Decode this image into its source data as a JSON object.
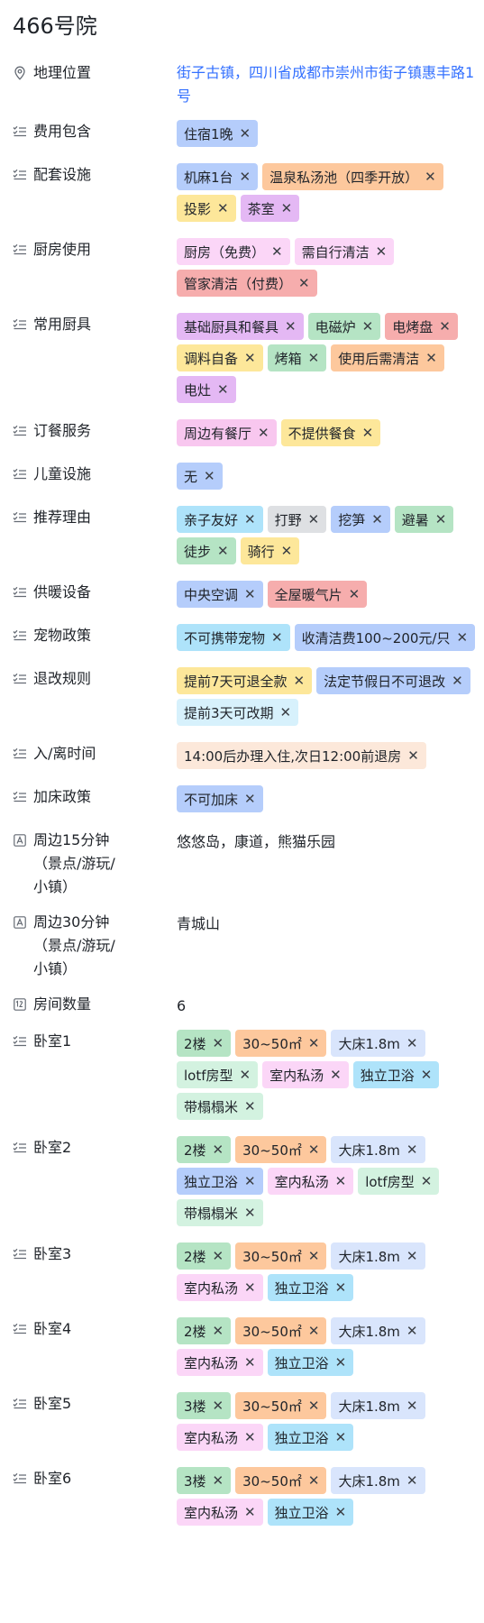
{
  "title": "466号院",
  "rows": [
    {
      "label": "地理位置",
      "icon": "location-pin-icon",
      "kind": "link",
      "text": "街子古镇，四川省成都市崇州市街子镇惠丰路1号"
    },
    {
      "label": "费用包含",
      "icon": "checklist-icon",
      "kind": "tags",
      "tags": [
        {
          "t": "住宿1晚",
          "c": "blue"
        }
      ]
    },
    {
      "label": "配套设施",
      "icon": "checklist-icon",
      "kind": "tags",
      "tags": [
        {
          "t": "机麻1台",
          "c": "blue"
        },
        {
          "t": "温泉私汤池（四季开放）",
          "c": "orange"
        },
        {
          "t": "投影",
          "c": "yellow"
        },
        {
          "t": "茶室",
          "c": "purple"
        }
      ]
    },
    {
      "label": "厨房使用",
      "icon": "checklist-icon",
      "kind": "tags",
      "tags": [
        {
          "t": "厨房（免费）",
          "c": "lpink"
        },
        {
          "t": "需自行清洁",
          "c": "lpink"
        },
        {
          "t": "管家清洁（付费）",
          "c": "red"
        }
      ]
    },
    {
      "label": "常用厨具",
      "icon": "checklist-icon",
      "kind": "tags",
      "tags": [
        {
          "t": "基础厨具和餐具",
          "c": "purple"
        },
        {
          "t": "电磁炉",
          "c": "green"
        },
        {
          "t": "电烤盘",
          "c": "red"
        },
        {
          "t": "调料自备",
          "c": "yellow"
        },
        {
          "t": "烤箱",
          "c": "green"
        },
        {
          "t": "使用后需清洁",
          "c": "orange"
        },
        {
          "t": "电灶",
          "c": "purple"
        }
      ]
    },
    {
      "label": "订餐服务",
      "icon": "checklist-icon",
      "kind": "tags",
      "tags": [
        {
          "t": "周边有餐厅",
          "c": "pink"
        },
        {
          "t": "不提供餐食",
          "c": "yellow"
        }
      ]
    },
    {
      "label": "儿童设施",
      "icon": "checklist-icon",
      "kind": "tags",
      "tags": [
        {
          "t": "无",
          "c": "blue"
        }
      ]
    },
    {
      "label": "推荐理由",
      "icon": "checklist-icon",
      "kind": "tags",
      "tags": [
        {
          "t": "亲子友好",
          "c": "cyan"
        },
        {
          "t": "打野",
          "c": "gray"
        },
        {
          "t": "挖笋",
          "c": "blue"
        },
        {
          "t": "避暑",
          "c": "green"
        },
        {
          "t": "徒步",
          "c": "green"
        },
        {
          "t": "骑行",
          "c": "yellow"
        }
      ]
    },
    {
      "label": "供暖设备",
      "icon": "checklist-icon",
      "kind": "tags",
      "tags": [
        {
          "t": "中央空调",
          "c": "blue"
        },
        {
          "t": "全屋暖气片",
          "c": "red"
        }
      ]
    },
    {
      "label": "宠物政策",
      "icon": "checklist-icon",
      "kind": "tags",
      "tags": [
        {
          "t": "不可携带宠物",
          "c": "cyan"
        },
        {
          "t": "收清洁费100~200元/只",
          "c": "blue"
        }
      ]
    },
    {
      "label": "退改规则",
      "icon": "checklist-icon",
      "kind": "tags",
      "tags": [
        {
          "t": "提前7天可退全款",
          "c": "yellow"
        },
        {
          "t": "法定节假日不可退改",
          "c": "blue"
        },
        {
          "t": "提前3天可改期",
          "c": "lcyan"
        }
      ]
    },
    {
      "label": "入/离时间",
      "icon": "checklist-icon",
      "kind": "tags",
      "tags": [
        {
          "t": "14:00后办理入住,次日12:00前退房",
          "c": "beige"
        }
      ]
    },
    {
      "label": "加床政策",
      "icon": "checklist-icon",
      "kind": "tags",
      "tags": [
        {
          "t": "不可加床",
          "c": "blue"
        }
      ]
    },
    {
      "label": "周边15分钟\n（景点/游玩/\n小镇）",
      "icon": "text-field-icon",
      "kind": "text",
      "text": "悠悠岛，康道，熊猫乐园"
    },
    {
      "label": "周边30分钟\n（景点/游玩/\n小镇）",
      "icon": "text-field-icon",
      "kind": "text",
      "text": "青城山"
    },
    {
      "label": "房间数量",
      "icon": "number-field-icon",
      "kind": "text",
      "text": "6"
    },
    {
      "label": "卧室1",
      "icon": "checklist-icon",
      "kind": "tags",
      "tags": [
        {
          "t": "2楼",
          "c": "green"
        },
        {
          "t": "30~50㎡",
          "c": "orange"
        },
        {
          "t": "大床1.8m",
          "c": "lblue"
        },
        {
          "t": "lotf房型",
          "c": "lgreen"
        },
        {
          "t": "室内私汤",
          "c": "lpink"
        },
        {
          "t": "独立卫浴",
          "c": "cyan"
        },
        {
          "t": "带榻榻米",
          "c": "lgreen"
        }
      ]
    },
    {
      "label": "卧室2",
      "icon": "checklist-icon",
      "kind": "tags",
      "tags": [
        {
          "t": "2楼",
          "c": "green"
        },
        {
          "t": "30~50㎡",
          "c": "orange"
        },
        {
          "t": "大床1.8m",
          "c": "lblue"
        },
        {
          "t": "独立卫浴",
          "c": "blue"
        },
        {
          "t": "室内私汤",
          "c": "lpink"
        },
        {
          "t": "lotf房型",
          "c": "lgreen"
        },
        {
          "t": "带榻榻米",
          "c": "lgreen"
        }
      ]
    },
    {
      "label": "卧室3",
      "icon": "checklist-icon",
      "kind": "tags",
      "tags": [
        {
          "t": "2楼",
          "c": "green"
        },
        {
          "t": "30~50㎡",
          "c": "orange"
        },
        {
          "t": "大床1.8m",
          "c": "lblue"
        },
        {
          "t": "室内私汤",
          "c": "lpink"
        },
        {
          "t": "独立卫浴",
          "c": "cyan"
        }
      ]
    },
    {
      "label": "卧室4",
      "icon": "checklist-icon",
      "kind": "tags",
      "tags": [
        {
          "t": "2楼",
          "c": "green"
        },
        {
          "t": "30~50㎡",
          "c": "orange"
        },
        {
          "t": "大床1.8m",
          "c": "lblue"
        },
        {
          "t": "室内私汤",
          "c": "lpink"
        },
        {
          "t": "独立卫浴",
          "c": "cyan"
        }
      ]
    },
    {
      "label": "卧室5",
      "icon": "checklist-icon",
      "kind": "tags",
      "tags": [
        {
          "t": "3楼",
          "c": "green"
        },
        {
          "t": "30~50㎡",
          "c": "orange"
        },
        {
          "t": "大床1.8m",
          "c": "lblue"
        },
        {
          "t": "室内私汤",
          "c": "lpink"
        },
        {
          "t": "独立卫浴",
          "c": "cyan"
        }
      ]
    },
    {
      "label": "卧室6",
      "icon": "checklist-icon",
      "kind": "tags",
      "tags": [
        {
          "t": "3楼",
          "c": "green"
        },
        {
          "t": "30~50㎡",
          "c": "orange"
        },
        {
          "t": "大床1.8m",
          "c": "lblue"
        },
        {
          "t": "室内私汤",
          "c": "lpink"
        },
        {
          "t": "独立卫浴",
          "c": "cyan"
        }
      ]
    }
  ],
  "remove_glyph": "✕"
}
